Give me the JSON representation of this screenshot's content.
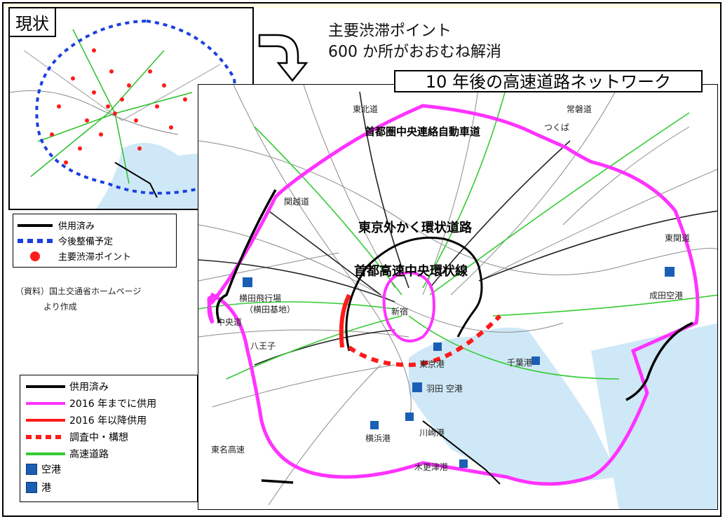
{
  "inset": {
    "title": "現状"
  },
  "legend_current": {
    "items": [
      {
        "label": "供用済み",
        "color": "#000000"
      },
      {
        "label": "今後整備予定",
        "color": "#1a3fe0"
      },
      {
        "label": "主要渋滞ポイント",
        "color": "#ff1a1a"
      }
    ]
  },
  "source": {
    "line1": "（資料）国土交通省ホームページ",
    "line2": "より作成"
  },
  "headline": {
    "line1": "主要渋滞ポイント",
    "line2": "600 か所がおおむね解消"
  },
  "map": {
    "title": "10 年後の高速道路ネットワーク",
    "labels": {
      "tohoku": "東北道",
      "joban": "常磐道",
      "kenodo": "首都圏中央連絡自動車道",
      "tsukuba": "つくば",
      "kanetsu": "関越道",
      "gaikan": "東京外かく環状道路",
      "chuo_kanjo": "首都高速中央環状線",
      "higashikanto": "東関道",
      "narita": "成田空港",
      "yokota": "横田飛行場",
      "yokota_sub": "（横田基地）",
      "chuodo": "中央道",
      "hachioji": "八王子",
      "shinjuku": "新宿",
      "tokyo_port": "東京港",
      "chiba_port": "千葉港",
      "haneda": "羽田 空港",
      "kawasaki": "川崎港",
      "yokohama": "横浜港",
      "kisarazu": "木更津港",
      "tomei": "東名高速"
    }
  },
  "legend_future": {
    "items": [
      {
        "label": "供用済み",
        "color": "#000000"
      },
      {
        "label": "2016 年までに供用",
        "color": "#ff33ff"
      },
      {
        "label": "2016 年以降供用",
        "color": "#ff1a1a"
      },
      {
        "label": "調査中・構想",
        "color": "#ff1a1a"
      },
      {
        "label": "高速道路",
        "color": "#33cc33"
      },
      {
        "label": "空港",
        "color": "#1a5fb4"
      },
      {
        "label": "港",
        "color": "#1a5fb4"
      }
    ]
  },
  "colors": {
    "sea": "#cfe8f7",
    "ring_pink": "#ff33ff",
    "future_red": "#ff1a1a",
    "expressway_green": "#33cc33",
    "planned_blue": "#1a3fe0"
  }
}
